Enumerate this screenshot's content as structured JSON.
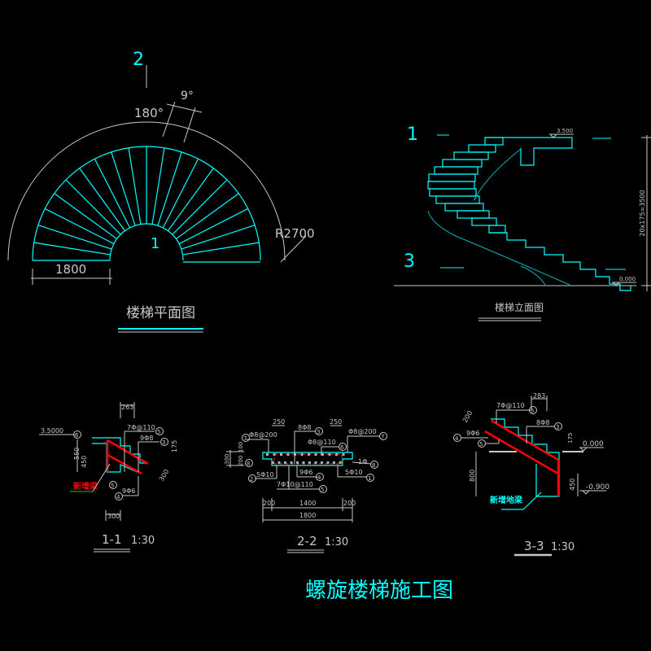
{
  "colors": {
    "background": "#000000",
    "line": "#c8c8c8",
    "stair": "#00ffff",
    "rebar": "#ff0000",
    "note_underline": "#00a000"
  },
  "plan": {
    "section_mark_top": "2",
    "section_mark_center": "1",
    "angle_total": "180°",
    "angle_step": "9°",
    "radius": "R2700",
    "width_dim": "1800",
    "title": "楼梯平面图"
  },
  "elevation": {
    "section_mark_1": "1",
    "section_mark_3": "3",
    "top_level": "3.500",
    "ground_level": "0.000",
    "height_dim": "20x175=3500",
    "title": "楼梯立面图"
  },
  "section_1": {
    "level": "3.5000",
    "dim_top": "263",
    "rebar_top": "7Φ@110",
    "rebar_right": "9Φ8",
    "rebar_bottom": "9Φ6",
    "dim_550": "550",
    "dim_450": "450",
    "dim_175": "175",
    "dim_slab": "300",
    "dim_bottom": "300",
    "note": "新增梁",
    "callouts": [
      "5",
      "3",
      "5",
      "4",
      "6"
    ],
    "title": "1-1",
    "scale": "1:30"
  },
  "section_2": {
    "dim_left_top": "250",
    "dim_right_top": "250",
    "rebar_top_center": "8Φ8",
    "rebar_left": "Φ8@200",
    "rebar_right": "Φ8@200",
    "rebar_mid": "Φ8@110",
    "rebar_bottom_left": "5Φ10",
    "rebar_bottom_center": "9Φ6",
    "rebar_bottom_right": "5Φ10",
    "rebar_bottom": "7Φ10@110",
    "side_right": "1Φ",
    "dim_300": "300",
    "dim_100": "100",
    "dim_200v": "200",
    "dim_200_left": "200",
    "dim_1400": "1400",
    "dim_200_right": "200",
    "dim_1800": "1800",
    "callouts": [
      "7",
      "3",
      "6",
      "7",
      "8",
      "8",
      "2",
      "4",
      "1",
      "5"
    ],
    "title": "2-2",
    "scale": "1:30"
  },
  "section_3": {
    "dim_top": "283",
    "rebar_top": "7Φ@110",
    "rebar_right": "8Φ8",
    "rebar_left": "9Φ6",
    "dim_slab": "200",
    "dim_175": "175",
    "level_0": "0.000",
    "dim_800": "800",
    "dim_450": "450",
    "level_low": "-0.900",
    "note": "新增地梁",
    "callouts": [
      "5",
      "3",
      "4",
      "5"
    ],
    "title": "3-3",
    "scale": "1:30"
  },
  "drawing_title": "螺旋楼梯施工图"
}
